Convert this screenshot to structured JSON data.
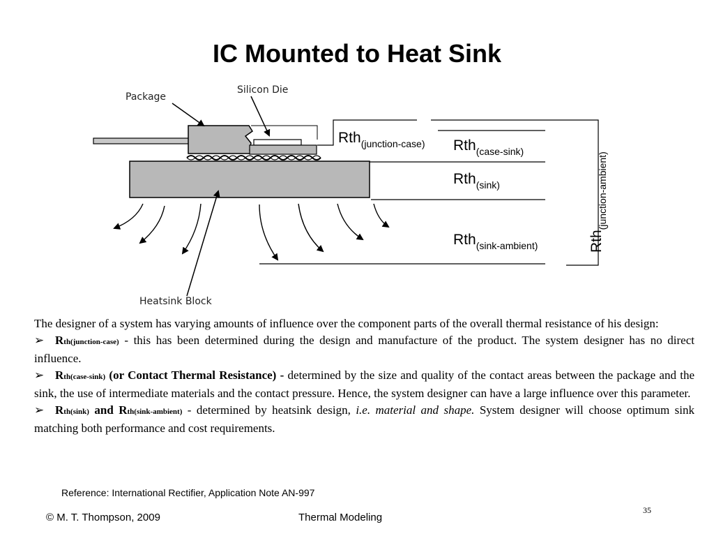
{
  "slide": {
    "title": "IC Mounted to Heat Sink",
    "reference": "Reference: International Rectifier, Application Note AN-997",
    "footer_left": "© M. T. Thompson, 2009",
    "footer_center": "Thermal Modeling",
    "page_number": "35"
  },
  "diagram": {
    "labels": {
      "package": "Package",
      "silicon_die": "Silicon Die",
      "heatsink_block": "Heatsink Block"
    },
    "rth": {
      "main": "Rth",
      "junction_case": "(junction-case)",
      "case_sink": "(case-sink)",
      "sink": "(sink)",
      "sink_ambient": "(sink-ambient)",
      "junction_ambient": "(junction-ambient)"
    }
  },
  "body": {
    "intro": "The designer of a system has varying amounts of influence over the component parts of the overall thermal resistance of his design:",
    "bullet_symbol": "➢",
    "b1": {
      "r": "R",
      "sub": "th(junction-case)",
      "text": " - this has been determined during the design and manufacture of the product. The system designer has no direct influence."
    },
    "b2": {
      "r": "R",
      "sub": "th(case-sink)",
      "bold": " (or Contact Thermal Resistance) - ",
      "text": "determined by the size and quality of the contact areas between the package and the sink, the use of intermediate materials and the contact pressure. Hence, the system designer can have a large influence over this parameter."
    },
    "b3": {
      "r1": "R",
      "sub1": "th(sink)",
      "and": " and ",
      "r2": "R",
      "sub2": "th(sink-ambient)",
      "text1": " - determined by heatsink design, ",
      "italic": "i.e. material and shape.",
      "text2": " System designer will choose optimum sink matching both performance and cost requirements."
    }
  }
}
